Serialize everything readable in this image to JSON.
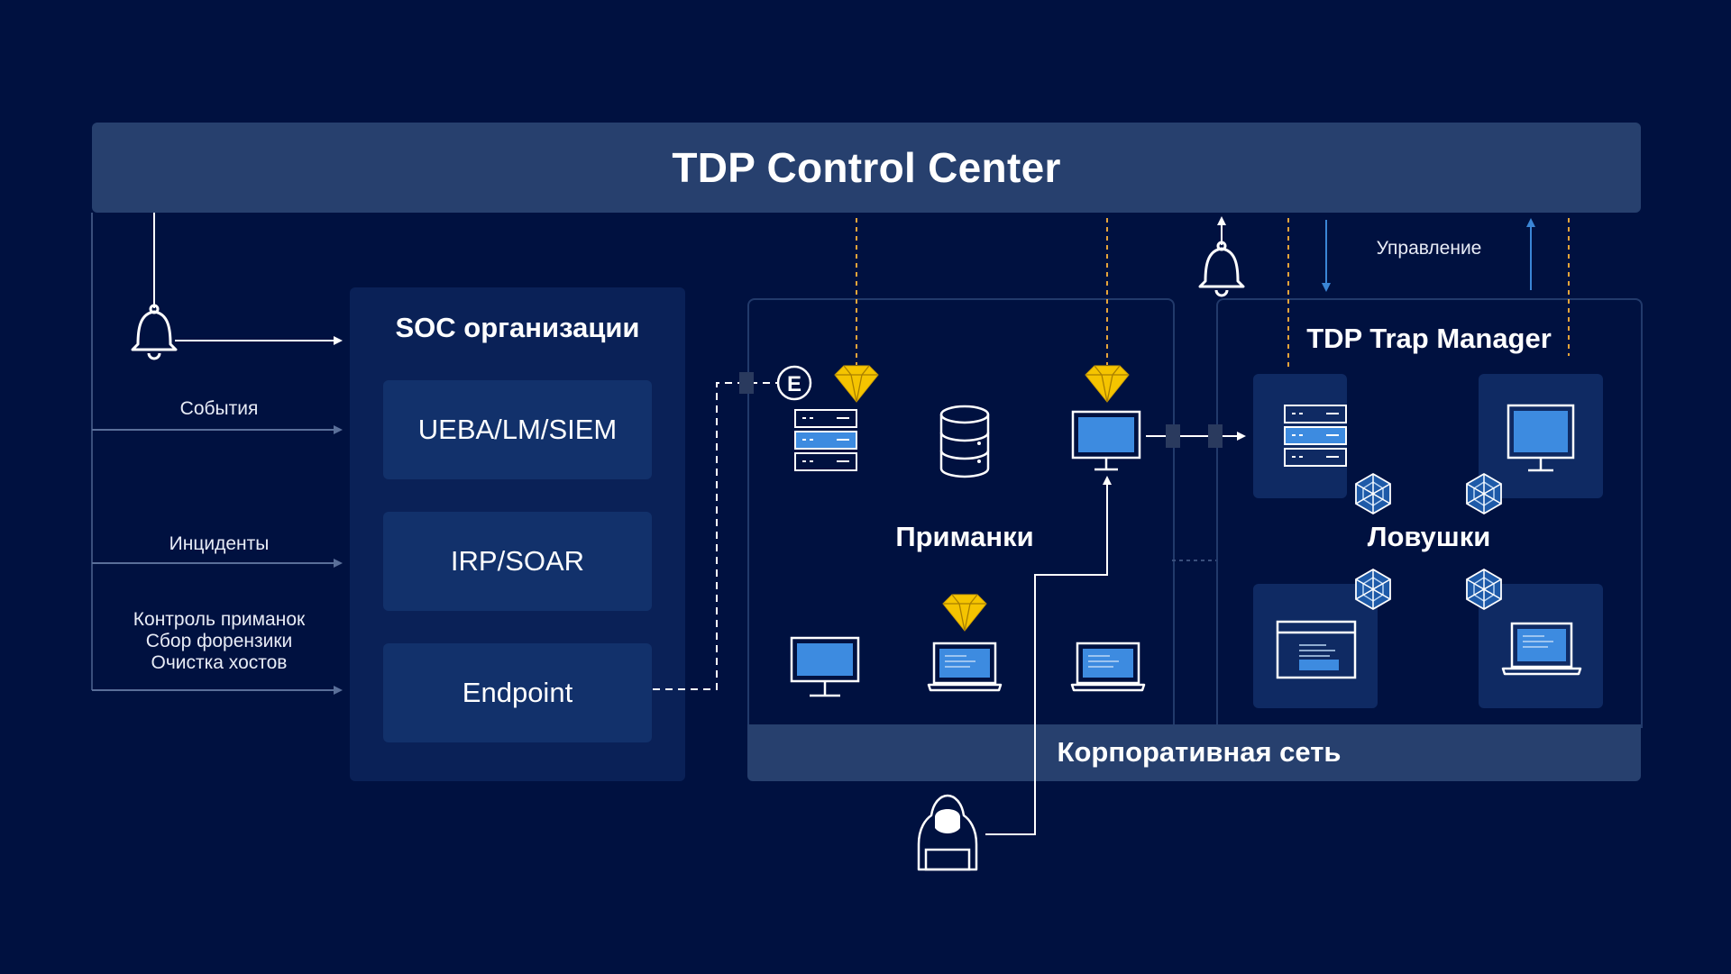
{
  "header": {
    "title": "TDP Control Center"
  },
  "soc": {
    "title": "SOC организации",
    "items": [
      "UEBA/LM/SIEM",
      "IRP/SOAR",
      "Endpoint"
    ]
  },
  "left_flows": {
    "events": "События",
    "incidents": "Инциденты",
    "control_lines": [
      "Контроль приманок",
      "Сбор форензики",
      "Очистка хостов"
    ]
  },
  "lures": {
    "label": "Приманки"
  },
  "traps": {
    "manager_title": "TDP Trap Manager",
    "label": "Ловушки"
  },
  "management_label": "Управление",
  "corporate_network": "Корпоративная сеть",
  "endpoint_badge": "E",
  "colors": {
    "background": "#001140",
    "panel": "#27406e",
    "soc_panel": "#0a2157",
    "soc_box": "#12316b",
    "screen_blue": "#3d8be0",
    "diamond_gold": "#f5c400",
    "arrow_blue": "#3b86d6",
    "dashed_orange": "#e5a53a"
  },
  "icons": [
    "bell-icon",
    "server-icon",
    "database-icon",
    "monitor-icon",
    "laptop-icon",
    "diamond-icon",
    "spiderweb-icon",
    "window-icon",
    "hacker-icon"
  ]
}
